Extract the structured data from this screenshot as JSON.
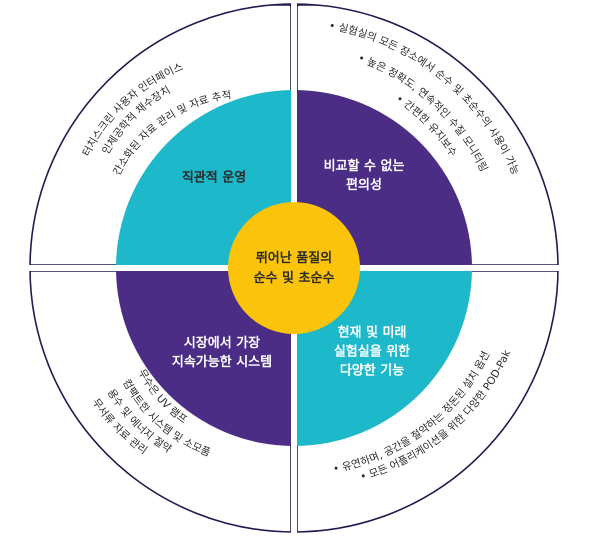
{
  "colors": {
    "teal": "#1DB8C9",
    "purple": "#4B2D85",
    "gold": "#FBC30A",
    "outline": "#231a50",
    "text_dark": "#2a2a2a",
    "text_light": "#ffffff"
  },
  "center": {
    "line1": "뛰어난 품질의",
    "line2": "순수 및 초순수"
  },
  "quadrants": {
    "top_left": {
      "title": [
        "직관적 운영"
      ],
      "bullets": [
        "터치스크린 사용자 인터페이스",
        "인체공학적 채수장치",
        "간소화된 자료 관리 및 자료 추적성"
      ]
    },
    "top_right": {
      "title": [
        "비교할 수 없는",
        "편의성"
      ],
      "bullets": [
        "실험실의 모든 장소에서 순수 및 초순수의 사용이 가능",
        "높은 정확도, 연속적인 수질 모니터링",
        "간편한 유지보수"
      ]
    },
    "bottom_left": {
      "title": [
        "시장에서 가장",
        "지속가능한 시스템"
      ],
      "bullets": [
        "무수은 UV 램프",
        "컴팩트한 시스템 및 소모품",
        "용수 및 에너지 절약",
        "무서류 자료 관리"
      ]
    },
    "bottom_right": {
      "title": [
        "현재 및 미래",
        "실험실을 위한",
        "다양한 기능"
      ],
      "bullets": [
        "유연하며, 공간을 절약하는 정돈된 설치 옵션",
        "모든 어플리케이션을 위한 다양한 POD-Pak"
      ]
    }
  }
}
